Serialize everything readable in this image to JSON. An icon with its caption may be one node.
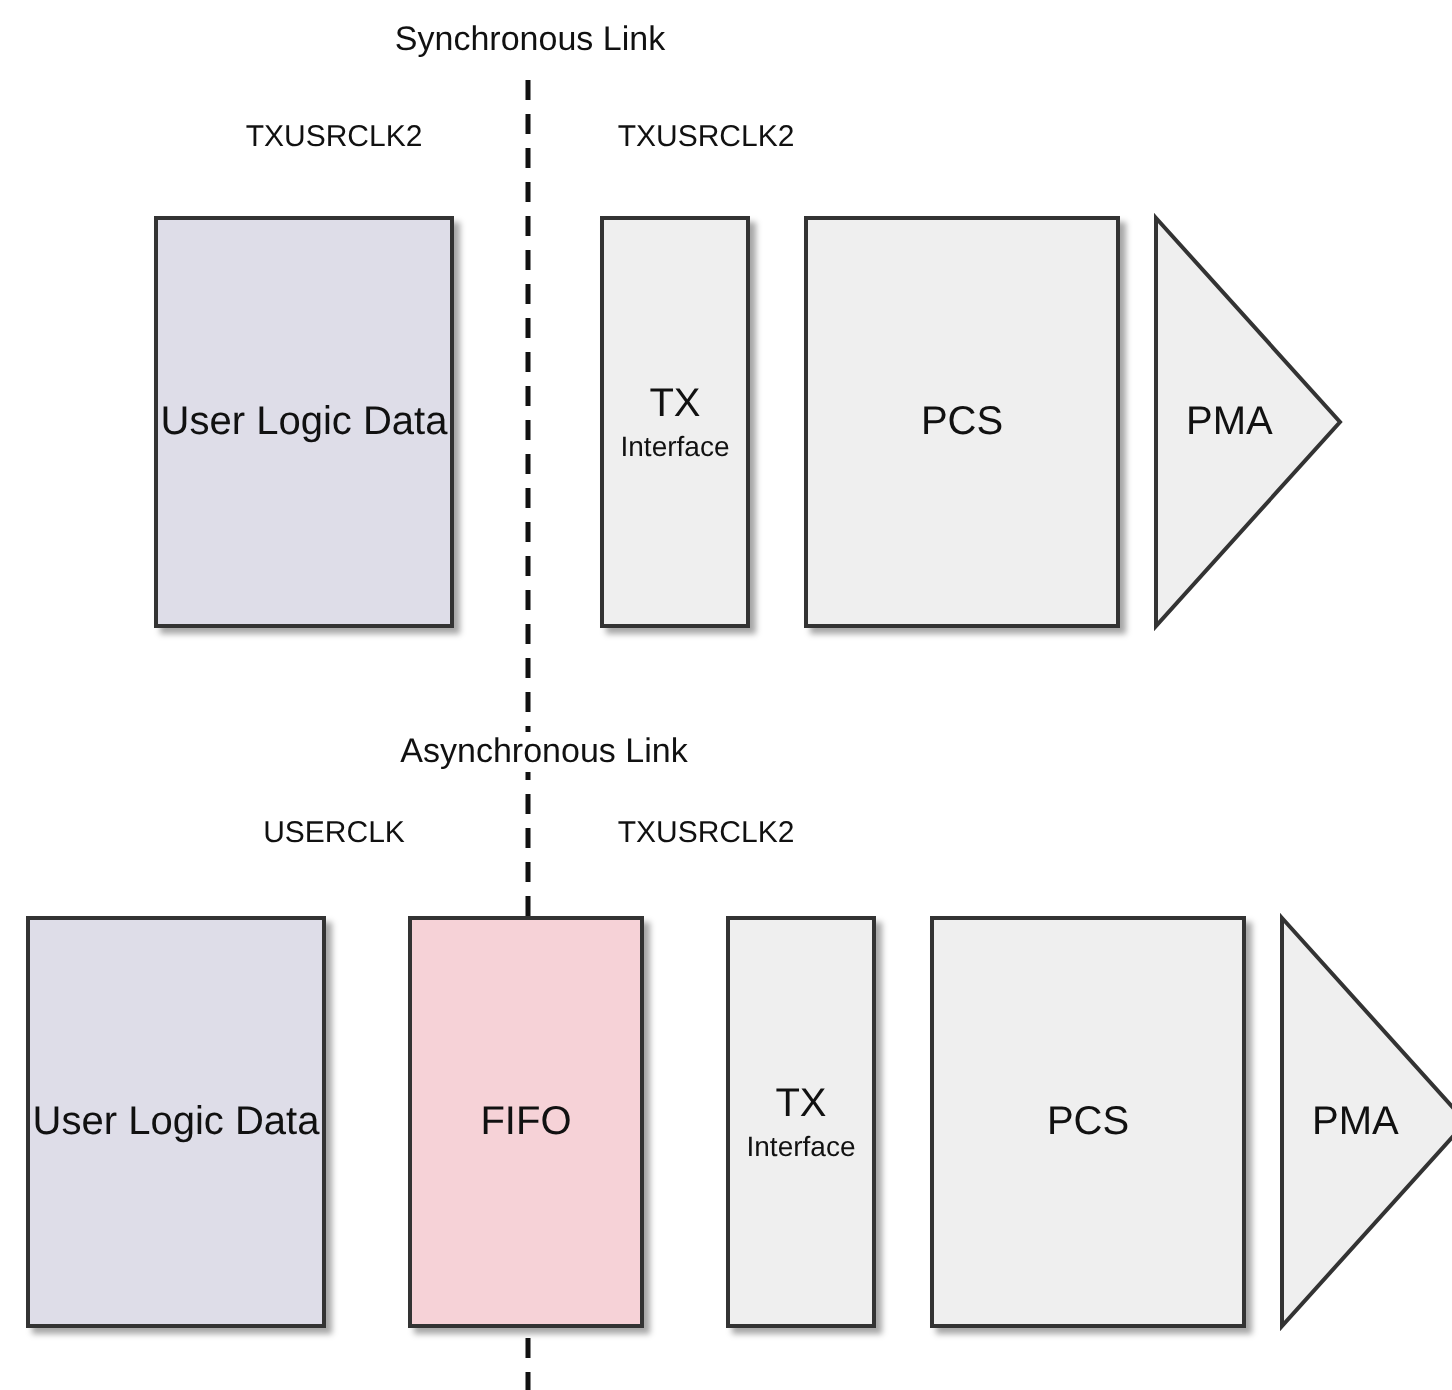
{
  "diagram": {
    "nodes": [
      {
        "text": [
          "User Logic Data"
        ]
      },
      {
        "text": [
          "TX",
          "Interface"
        ]
      },
      {
        "text": [
          "PCS"
        ]
      },
      {
        "text": [
          "PMA"
        ]
      },
      {
        "text": [
          "User Logic Data"
        ]
      },
      {
        "text": [
          "FIFO"
        ]
      },
      {
        "text": [
          "TX",
          "Interface"
        ]
      },
      {
        "text": [
          "PCS"
        ]
      },
      {
        "text": [
          "PMA"
        ]
      }
    ],
    "labels": [
      "Synchronous Link",
      "TXUSRCLK2",
      "TXUSRCLK2",
      "Asynchronous Link",
      "USERCLK",
      "TXUSRCLK2"
    ]
  }
}
